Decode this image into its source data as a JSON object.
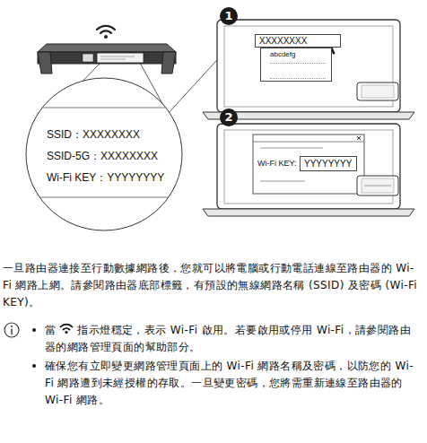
{
  "diagram": {
    "nodes": [
      {
        "text": [
          "SSID：XXXXXXXX",
          "SSID-5G：XXXXXXXX",
          "Wi-Fi KEY：YYYYYYYY"
        ]
      },
      {
        "text": [
          "XXXXXXXX"
        ]
      },
      {
        "text": [
          "abcdefg"
        ]
      },
      {
        "text": [
          "YYYYYYYY"
        ]
      }
    ],
    "labels": [
      "1",
      "2",
      "Wi-Fi KEY:",
      "一旦路由器連接至行動數據網路後，您就可以將電腦或行動電話連線至路由器的 Wi-Fi 網路上網。請參閱路由器底部標籤，有預設的無線網路名稱 (SSID) 及密碼 (Wi-Fi KEY)。",
      "當",
      "指示燈穩定，表示 Wi-Fi 啟用。若要啟用或停用 Wi-Fi，請參閱路由器的網路管理頁面的幫助部分。",
      "確保您有立即變更網路管理頁面上的 Wi-Fi 網路名稱及密碼，以防您的 Wi-Fi 網路遭到未經授權的存取。一旦變更密碼，您將需重新連線至路由器的 Wi-Fi 網路。"
    ]
  }
}
